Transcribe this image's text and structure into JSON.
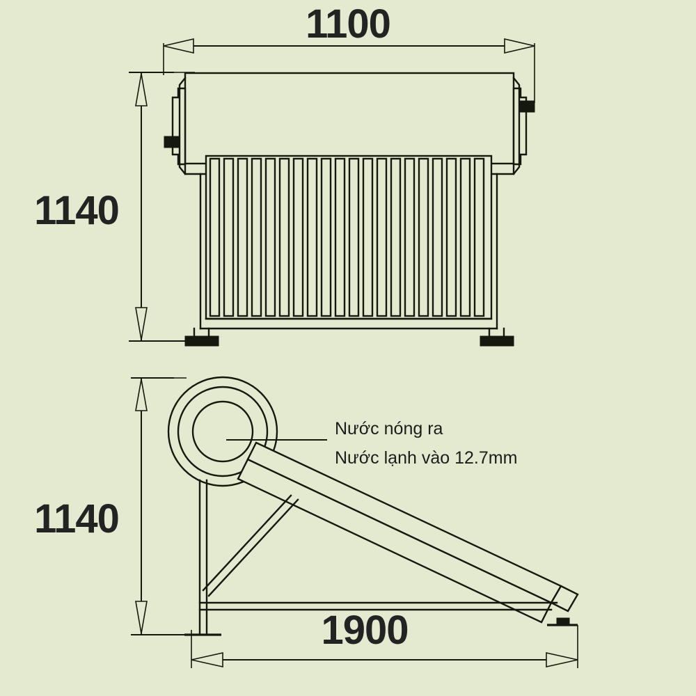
{
  "drawing": {
    "title": "Solar water heater dimensional drawing",
    "background_color": "#e4ead0",
    "line_color": "#14180e",
    "text_color": "#232323"
  },
  "dimensions": {
    "top_width": "1100",
    "front_height": "1140",
    "side_height": "1140",
    "side_length": "1900"
  },
  "annotations": {
    "hot_water_outlet": "Nước nóng ra",
    "cold_water_inlet": "Nước lạnh vào 12.7mm"
  },
  "views": {
    "front": {
      "name": "front-elevation",
      "tube_count": 20
    },
    "side": {
      "name": "side-elevation",
      "tank_rings": 3
    }
  }
}
